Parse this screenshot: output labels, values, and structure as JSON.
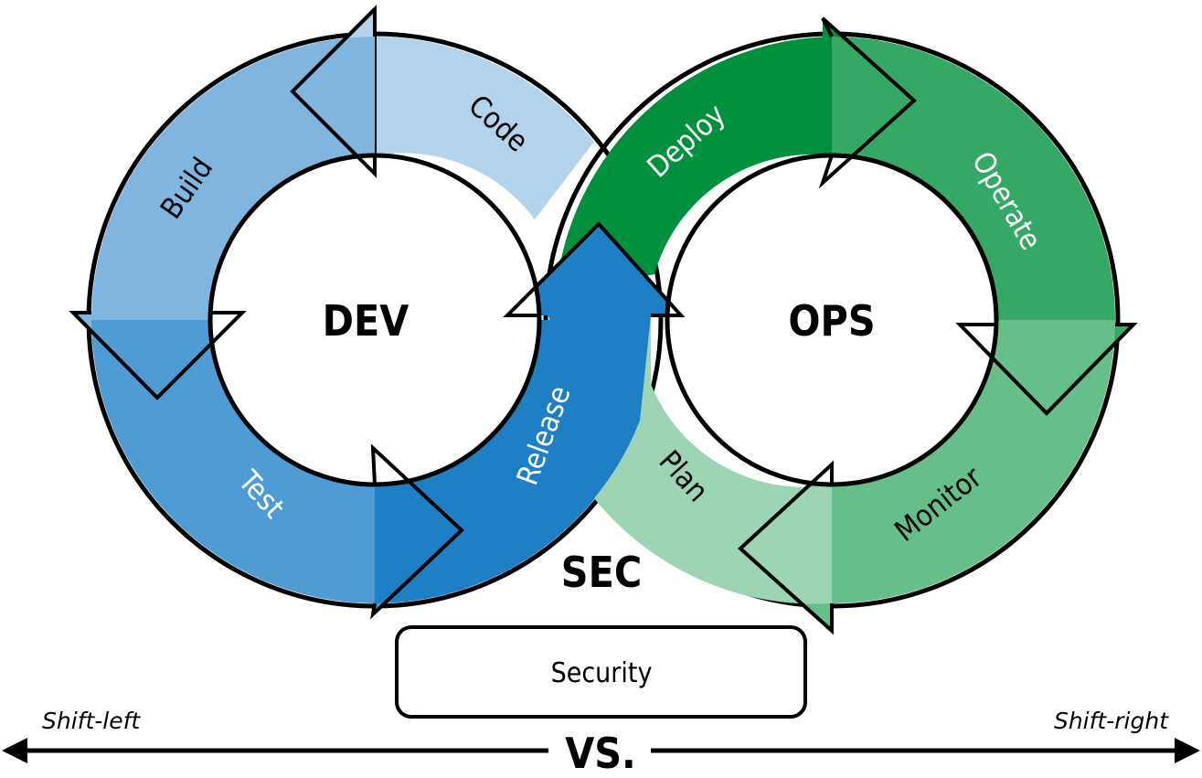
{
  "hubs": {
    "dev": "DEV",
    "ops": "OPS",
    "sec": "SEC"
  },
  "stages": {
    "code": "Code",
    "build": "Build",
    "test": "Test",
    "release": "Release",
    "deploy": "Deploy",
    "operate": "Operate",
    "monitor": "Monitor",
    "plan": "Plan"
  },
  "security_box": "Security",
  "shift": {
    "left": "Shift-left",
    "right": "Shift-right",
    "versus": "VS."
  },
  "colors": {
    "code": "#b3d3ec",
    "build": "#7fb5df",
    "test": "#4e9cd3",
    "release": "#1e7fc4",
    "deploy": "#00903e",
    "operate": "#35a865",
    "monitor": "#66be8a",
    "plan": "#9dd4b3",
    "outline": "#000000"
  }
}
